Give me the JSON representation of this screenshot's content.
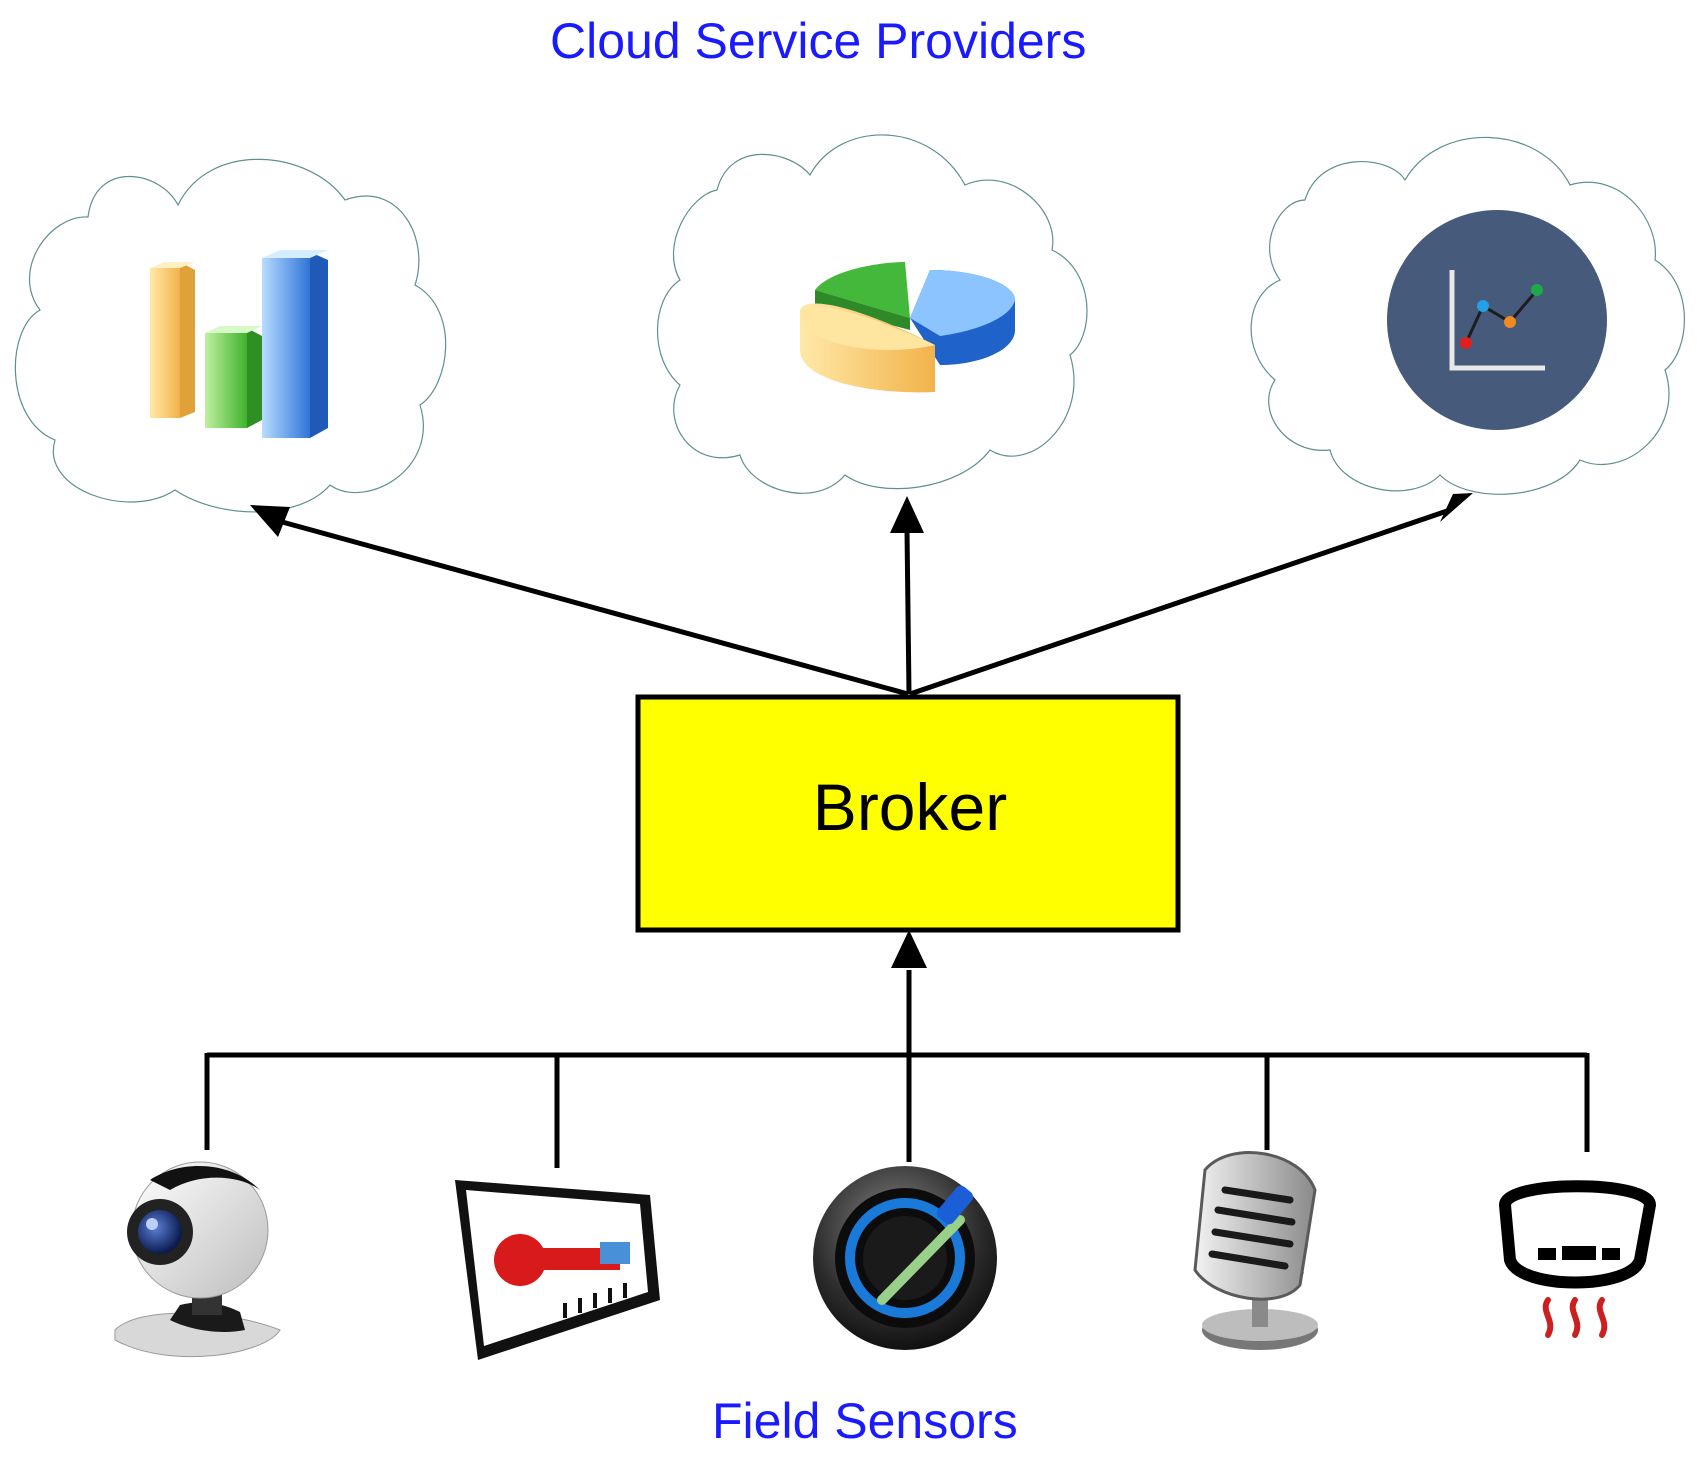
{
  "title_top": "Cloud Service Providers",
  "title_bottom": "Field Sensors",
  "broker_label": "Broker",
  "colors": {
    "label_text": "#1a1aff",
    "broker_fill": "#ffff00",
    "broker_stroke": "#000000",
    "arrow": "#000000",
    "cloud_stroke": "#5f8f8f"
  },
  "clouds": [
    {
      "icon": "bar-chart-icon"
    },
    {
      "icon": "pie-chart-icon"
    },
    {
      "icon": "line-chart-icon"
    }
  ],
  "sensors": [
    {
      "icon": "webcam-icon"
    },
    {
      "icon": "thermometer-icon"
    },
    {
      "icon": "color-picker-icon"
    },
    {
      "icon": "microphone-icon"
    },
    {
      "icon": "heat-sensor-icon"
    }
  ]
}
